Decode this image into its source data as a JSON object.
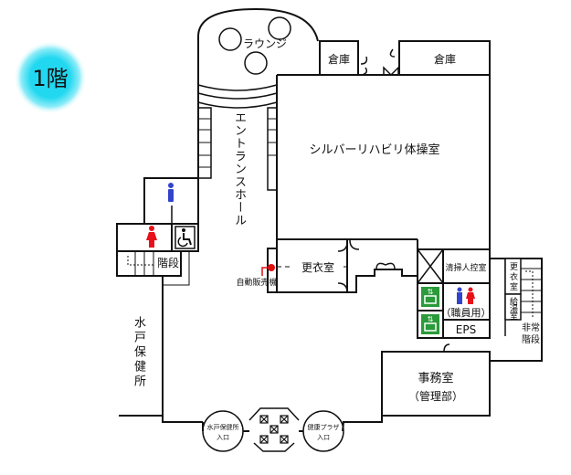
{
  "floor_label": "1階",
  "rooms": {
    "lounge": "ラウンジ",
    "storage_left": "倉庫",
    "storage_right": "倉庫",
    "gym": "シルバーリハビリ体操室",
    "entrance_hall": "エントランスホール",
    "changing_room": "更衣室",
    "vending_machine": "自動販売機",
    "stairs": "階段",
    "cleaner_room": "清掃人控室",
    "staff_toilet": "（職員用）",
    "eps": "EPS",
    "changing_room_small": "更衣室",
    "kitchenette": "給湯室",
    "emergency_stairs": "非常階段",
    "office": "事務室",
    "office_sub": "（管理部）",
    "health_center": "水戸保健所",
    "entrance_health_center_1": "水戸保健所",
    "entrance_health_center_2": "入口",
    "entrance_plaza_1": "健康プラザ",
    "entrance_plaza_2": "入口"
  },
  "colors": {
    "male": "#3344cc",
    "female": "#e8101a",
    "elevator": "#2a9a3a",
    "badge": "#22d8f0",
    "vending": "#e01010"
  }
}
